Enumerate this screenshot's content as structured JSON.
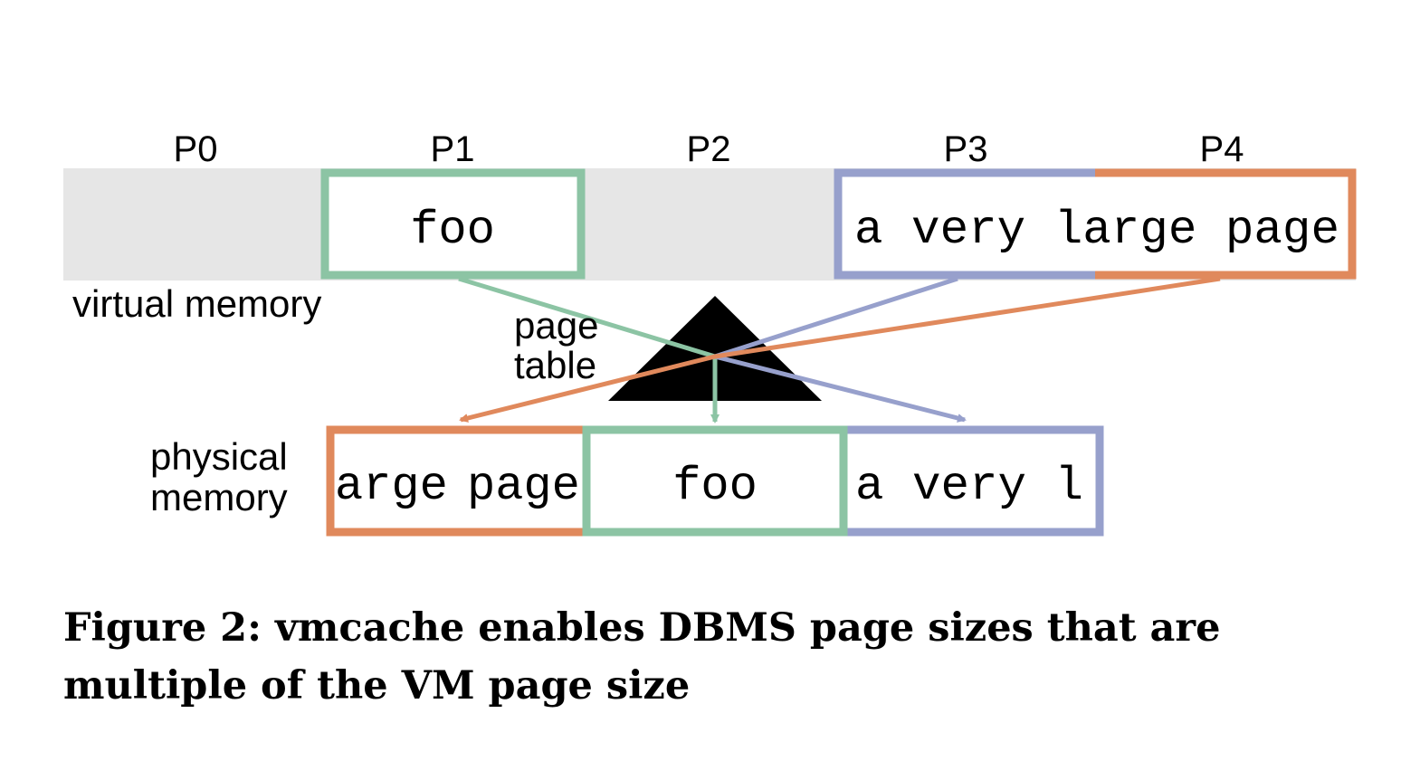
{
  "colors": {
    "background_strip": "#e6e6e6",
    "green": "#8cc4a4",
    "blue": "#97a0cc",
    "orange": "#e0895c",
    "triangle": "#000000",
    "text": "#000000"
  },
  "virtual_memory": {
    "label": "virtual memory",
    "page_labels": [
      "P0",
      "P1",
      "P2",
      "P3",
      "P4"
    ],
    "p1_content": "foo",
    "large_page_content": "a very large page"
  },
  "page_table": {
    "label_line1": "page",
    "label_line2": "table"
  },
  "physical_memory": {
    "label_line1": "physical",
    "label_line2": "memory",
    "frame1_part1": "arge",
    "frame1_part2": "page",
    "frame2": "foo",
    "frame3": "a very l"
  },
  "caption": "Figure 2: vmcache enables DBMS page sizes that are multiple of the VM page size"
}
